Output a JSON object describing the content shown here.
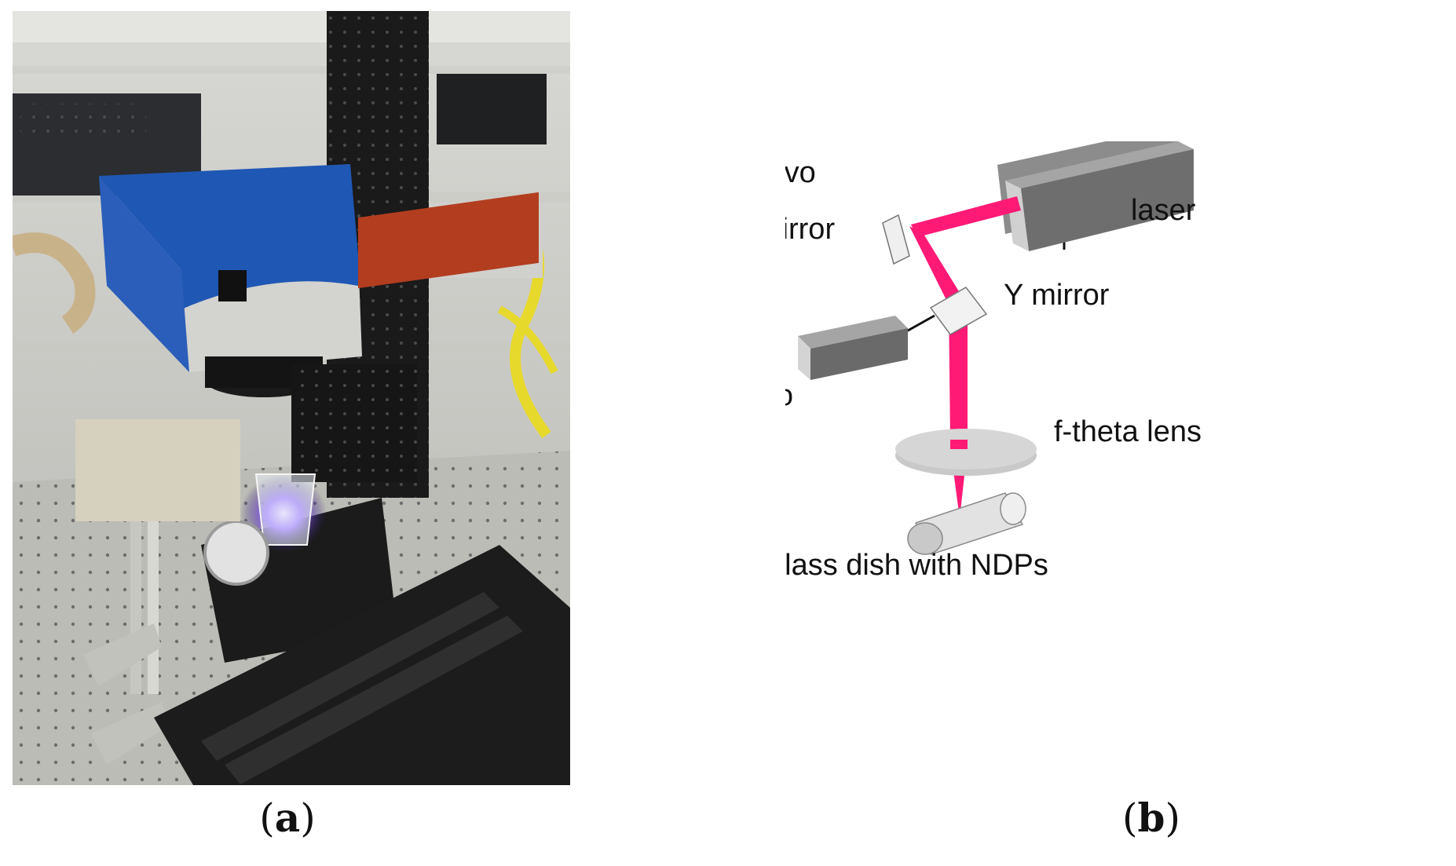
{
  "figure": {
    "panel_a": {
      "caption_letter": "a"
    },
    "panel_b": {
      "caption_letter": "b",
      "labels": {
        "x_galvo": "X galvo",
        "x_mirror": "X mirror",
        "laser": "laser",
        "y_mirror": "Y mirror",
        "y_galvo": "Y galvo",
        "f_theta_lens": "f-theta lens",
        "glass_dish": "glass dish with NDPs"
      }
    }
  },
  "colors": {
    "beam": "#ff1a75",
    "device_body": "#7a7a7a",
    "device_face": "#9a9a9a",
    "lens": "#c8c8c8"
  }
}
